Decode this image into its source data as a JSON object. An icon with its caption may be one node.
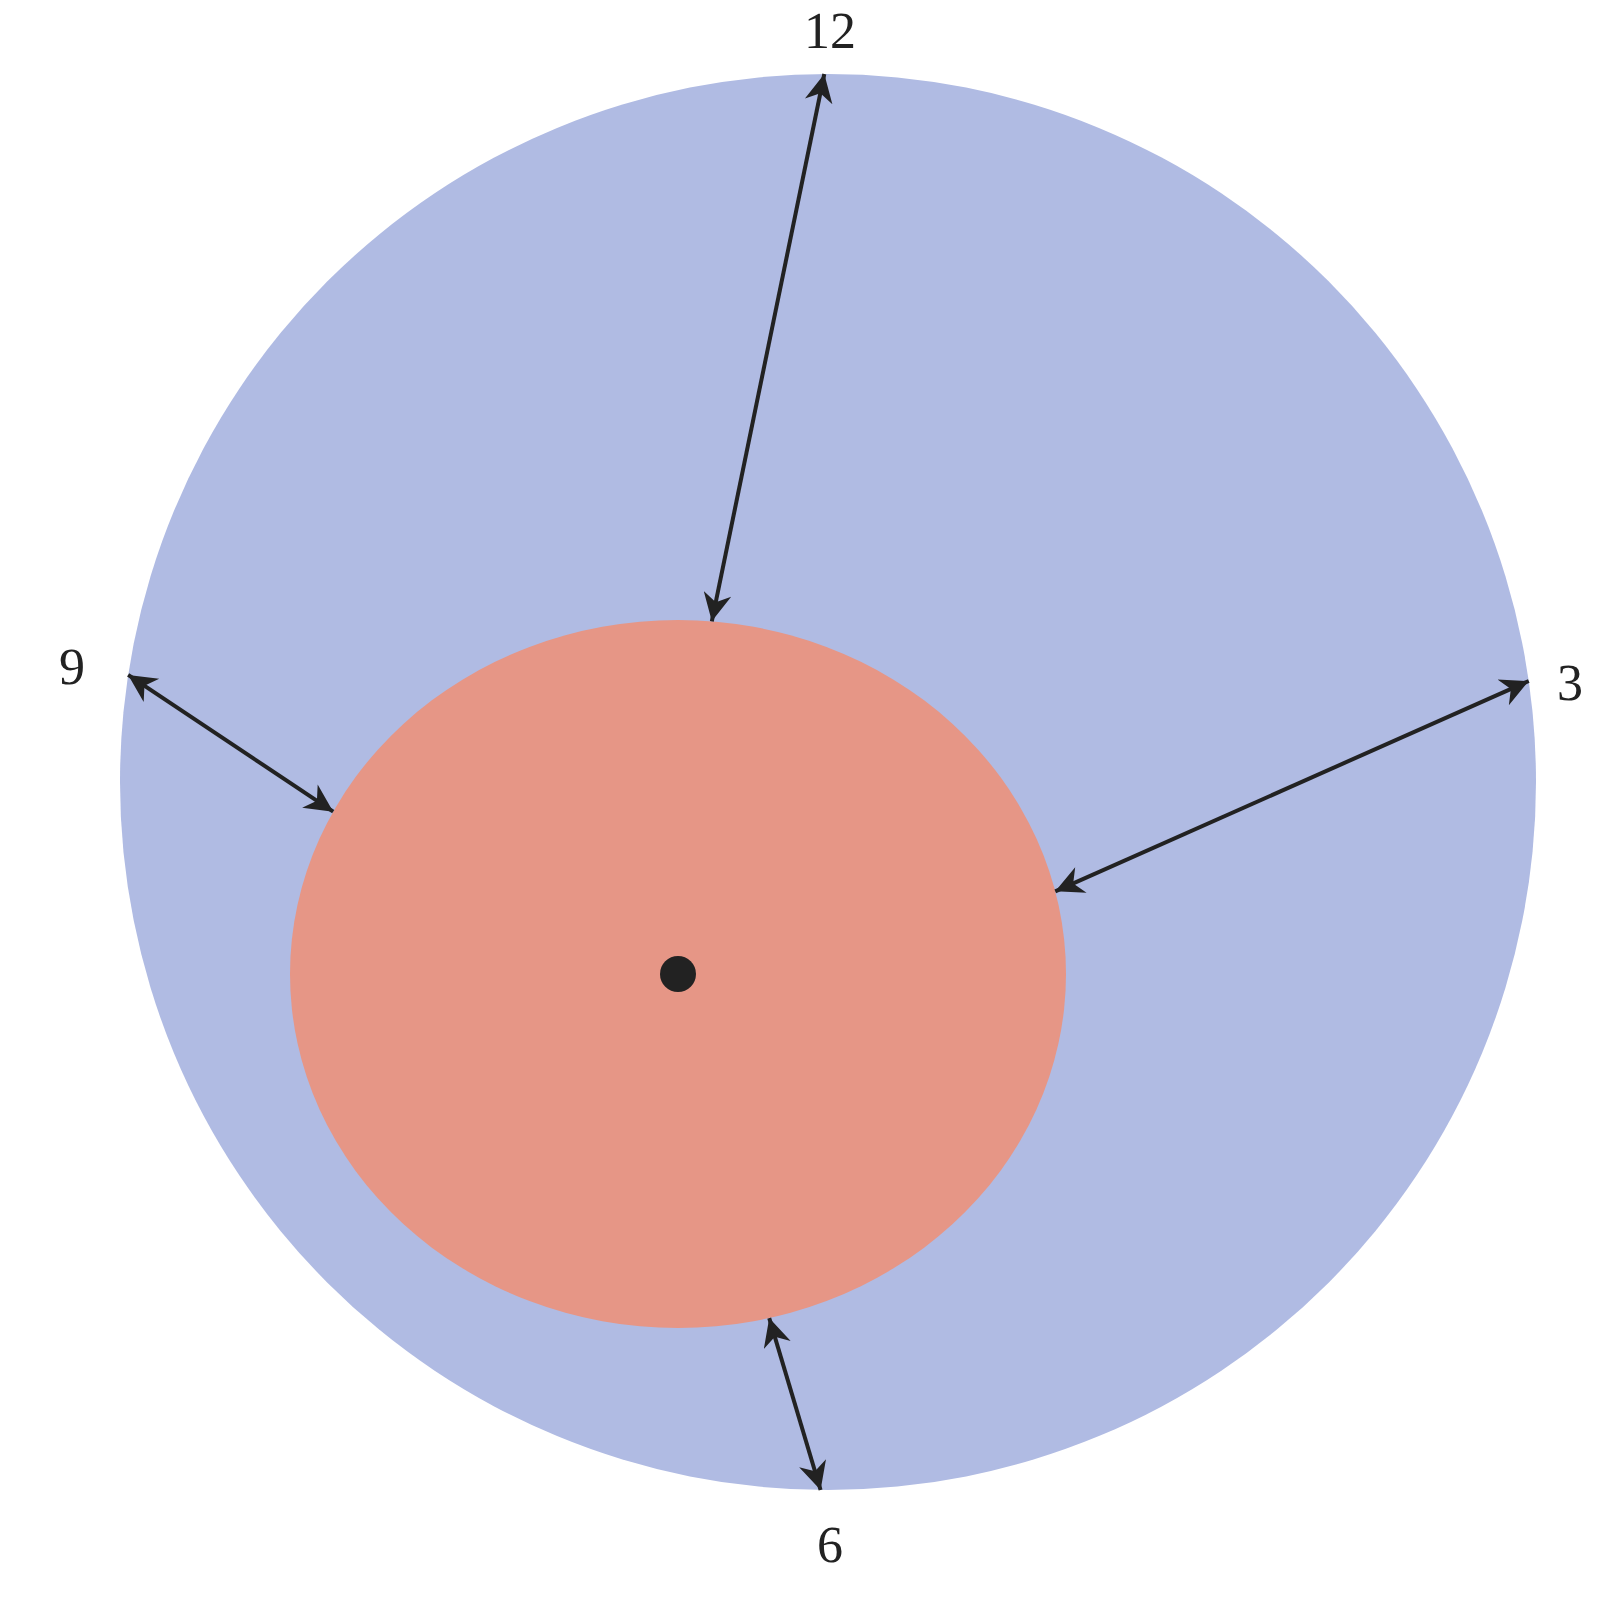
{
  "diagram": {
    "nodes": [
      {
        "text": [],
        "shape": "circle"
      },
      {
        "text": [],
        "shape": "ellipse",
        "in": 0
      }
    ],
    "edges": [
      {
        "from": 1,
        "to": 0,
        "arrow": "both"
      },
      {
        "from": 1,
        "to": 0,
        "arrow": "both"
      },
      {
        "from": 1,
        "to": 0,
        "arrow": "both"
      },
      {
        "from": 1,
        "to": 0,
        "arrow": "both"
      }
    ],
    "labels": [
      "12",
      "9",
      "3",
      "6"
    ]
  }
}
